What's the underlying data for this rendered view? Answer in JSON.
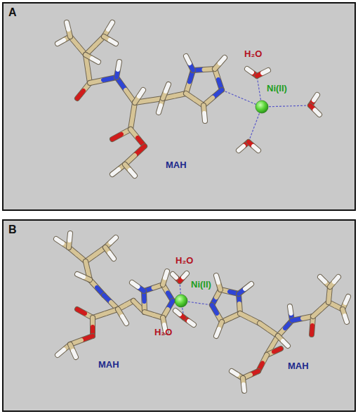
{
  "diagram": {
    "nodes": [
      {
        "text": [
          "A"
        ]
      },
      {
        "text": [
          "B"
        ]
      }
    ],
    "labels": [
      "H₂O",
      "Ni(II)",
      "MAH",
      "H₂O",
      "Ni(II)",
      "H₂O",
      "MAH",
      "MAH"
    ]
  }
}
